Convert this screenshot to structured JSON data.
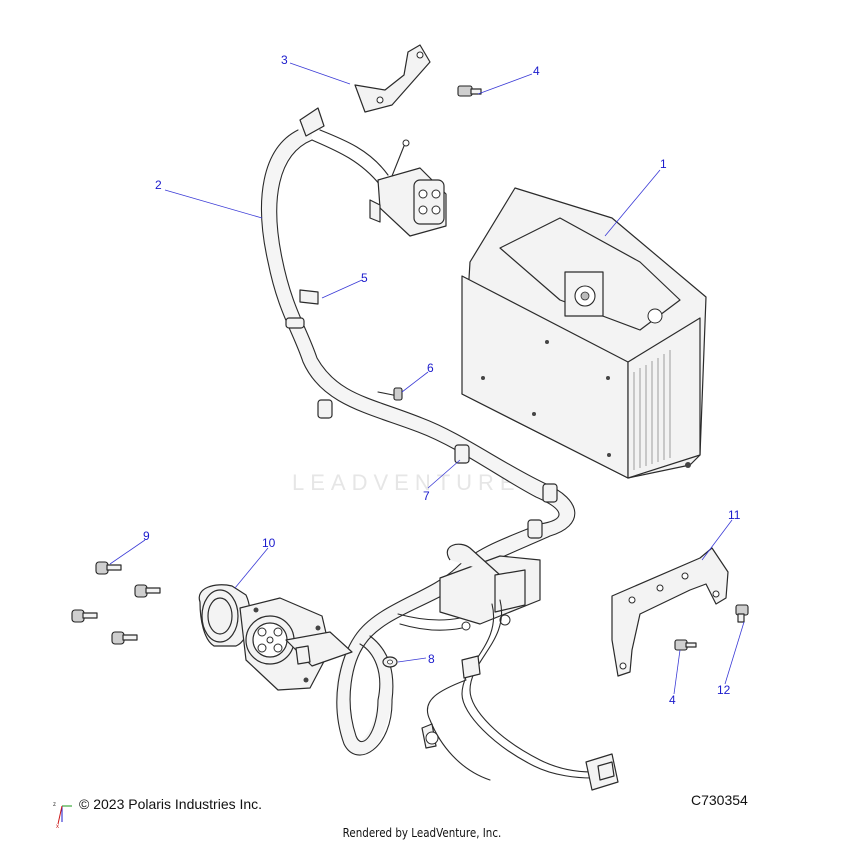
{
  "figure": {
    "copyright": "© 2023 Polaris Industries Inc.",
    "figure_id": "C730354",
    "rendered_by": "Rendered by LeadVenture, Inc.",
    "watermark": "LEADVENTURE"
  },
  "callouts": [
    {
      "id": "c1",
      "label": "1"
    },
    {
      "id": "c2",
      "label": "2"
    },
    {
      "id": "c3",
      "label": "3"
    },
    {
      "id": "c4a",
      "label": "4"
    },
    {
      "id": "c5",
      "label": "5"
    },
    {
      "id": "c6",
      "label": "6"
    },
    {
      "id": "c7",
      "label": "7"
    },
    {
      "id": "c8",
      "label": "8"
    },
    {
      "id": "c9",
      "label": "9"
    },
    {
      "id": "c10",
      "label": "10"
    },
    {
      "id": "c11",
      "label": "11"
    },
    {
      "id": "c4b",
      "label": "4"
    },
    {
      "id": "c12",
      "label": "12"
    }
  ],
  "colors": {
    "callout": "#1a1acc",
    "line": "#2b2b2b",
    "part_fill": "#f3f3f3"
  }
}
